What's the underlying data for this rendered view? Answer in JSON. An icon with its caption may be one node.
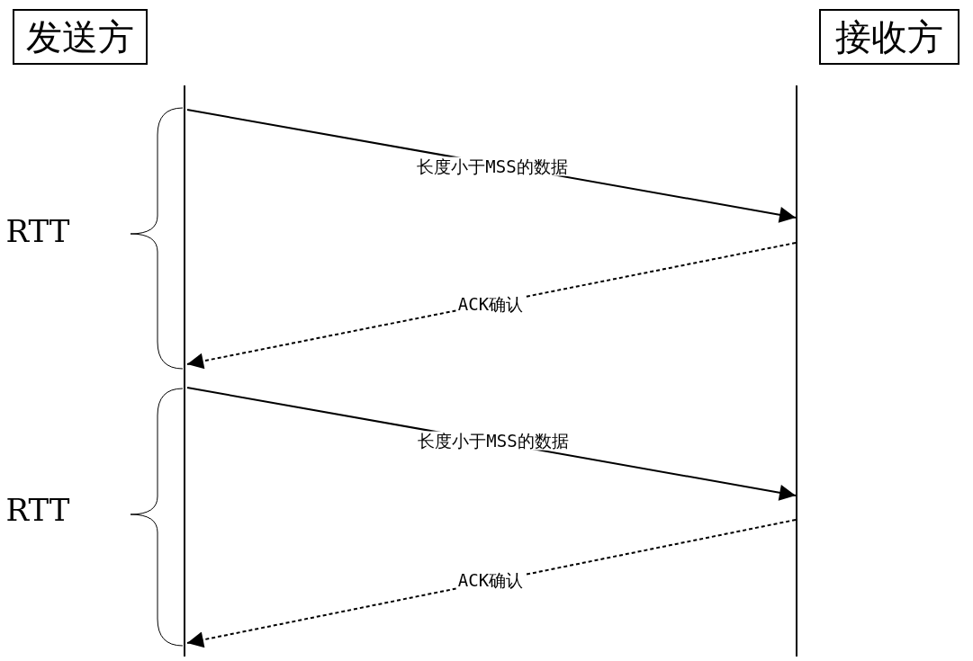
{
  "diagram": {
    "nodes": [
      {
        "text": [
          "发送方"
        ]
      },
      {
        "text": [
          "接收方"
        ]
      },
      {
        "text": [],
        "shape": "bar"
      },
      {
        "text": [],
        "shape": "bar"
      }
    ],
    "edges": [
      {
        "from": 2,
        "to": 3,
        "arrow": "to",
        "label": "长度小于MSS的数据"
      },
      {
        "from": 3,
        "to": 2,
        "arrow": "to",
        "label": "ACK确认",
        "style": "dashed"
      },
      {
        "from": 2,
        "to": 3,
        "arrow": "to",
        "label": "长度小于MSS的数据"
      },
      {
        "from": 3,
        "to": 2,
        "arrow": "to",
        "label": "ACK确认",
        "style": "dashed"
      }
    ],
    "labels": [
      "RTT",
      "RTT"
    ]
  }
}
